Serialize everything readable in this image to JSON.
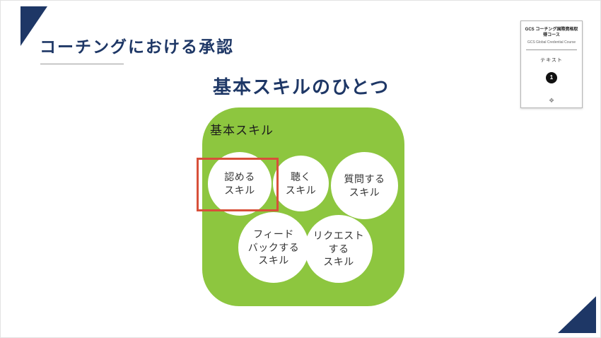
{
  "slide": {
    "title": "コーチングにおける承認",
    "subtitle": "基本スキルのひとつ"
  },
  "diagram": {
    "group_label": "基本スキル",
    "skills": [
      {
        "label": "認める\nスキル",
        "highlighted": true
      },
      {
        "label": "聴く\nスキル",
        "highlighted": false
      },
      {
        "label": "質問する\nスキル",
        "highlighted": false
      },
      {
        "label": "フィード\nバックする\nスキル",
        "highlighted": false
      },
      {
        "label": "リクエスト\nする\nスキル",
        "highlighted": false
      }
    ]
  },
  "textbook_card": {
    "title": "GCS コーチング国際資格取得コース",
    "subtitle": "GCS Global Credential Course",
    "text_label": "テキスト",
    "number": "1",
    "logo_icon": "❖"
  },
  "colors": {
    "navy": "#1e3766",
    "green": "#8dc63f",
    "highlight_red": "#d8503a"
  }
}
